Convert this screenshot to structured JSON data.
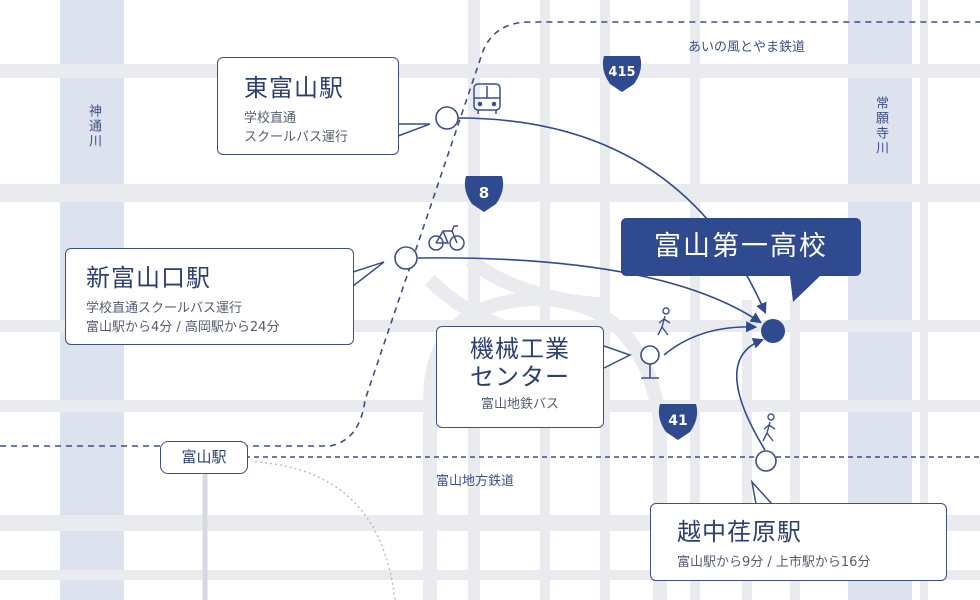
{
  "destination": {
    "name": "富山第一高校"
  },
  "rivers": {
    "jinzu": "神通川",
    "joganji": "常願寺川"
  },
  "railways": {
    "ainokaze": "あいの風とやま鉄道",
    "chitetsu": "富山地方鉄道"
  },
  "routes": {
    "r415": "415",
    "r8": "8",
    "r41": "41"
  },
  "stations": {
    "higashi_toyama": {
      "name": "東富山駅",
      "lines": [
        "学校直通",
        "スクールバス運行"
      ]
    },
    "shin_toyamaguchi": {
      "name": "新富山口駅",
      "lines": [
        "学校直通スクールバス運行",
        "富山駅から4分 / 高岡駅から24分"
      ]
    },
    "kikai_kogyo": {
      "name_line1": "機械工業",
      "name_line2": "センター",
      "lines": [
        "富山地鉄バス"
      ]
    },
    "toyama": {
      "name": "富山駅"
    },
    "etchu_sangenbara": {
      "name": "越中荏原駅",
      "lines": [
        "富山駅から9分 / 上市駅から16分"
      ]
    }
  },
  "colors": {
    "accent": "#2f4a8e",
    "road": "#e9ebef",
    "river": "#dde3ee",
    "line": "#3d4f86"
  },
  "icons": {
    "higashi_toyama": "bus-icon",
    "shin_toyamaguchi": "bicycle-icon",
    "kikai_kogyo": "walking-icon",
    "etchu_sangenbara": "walking-icon"
  }
}
